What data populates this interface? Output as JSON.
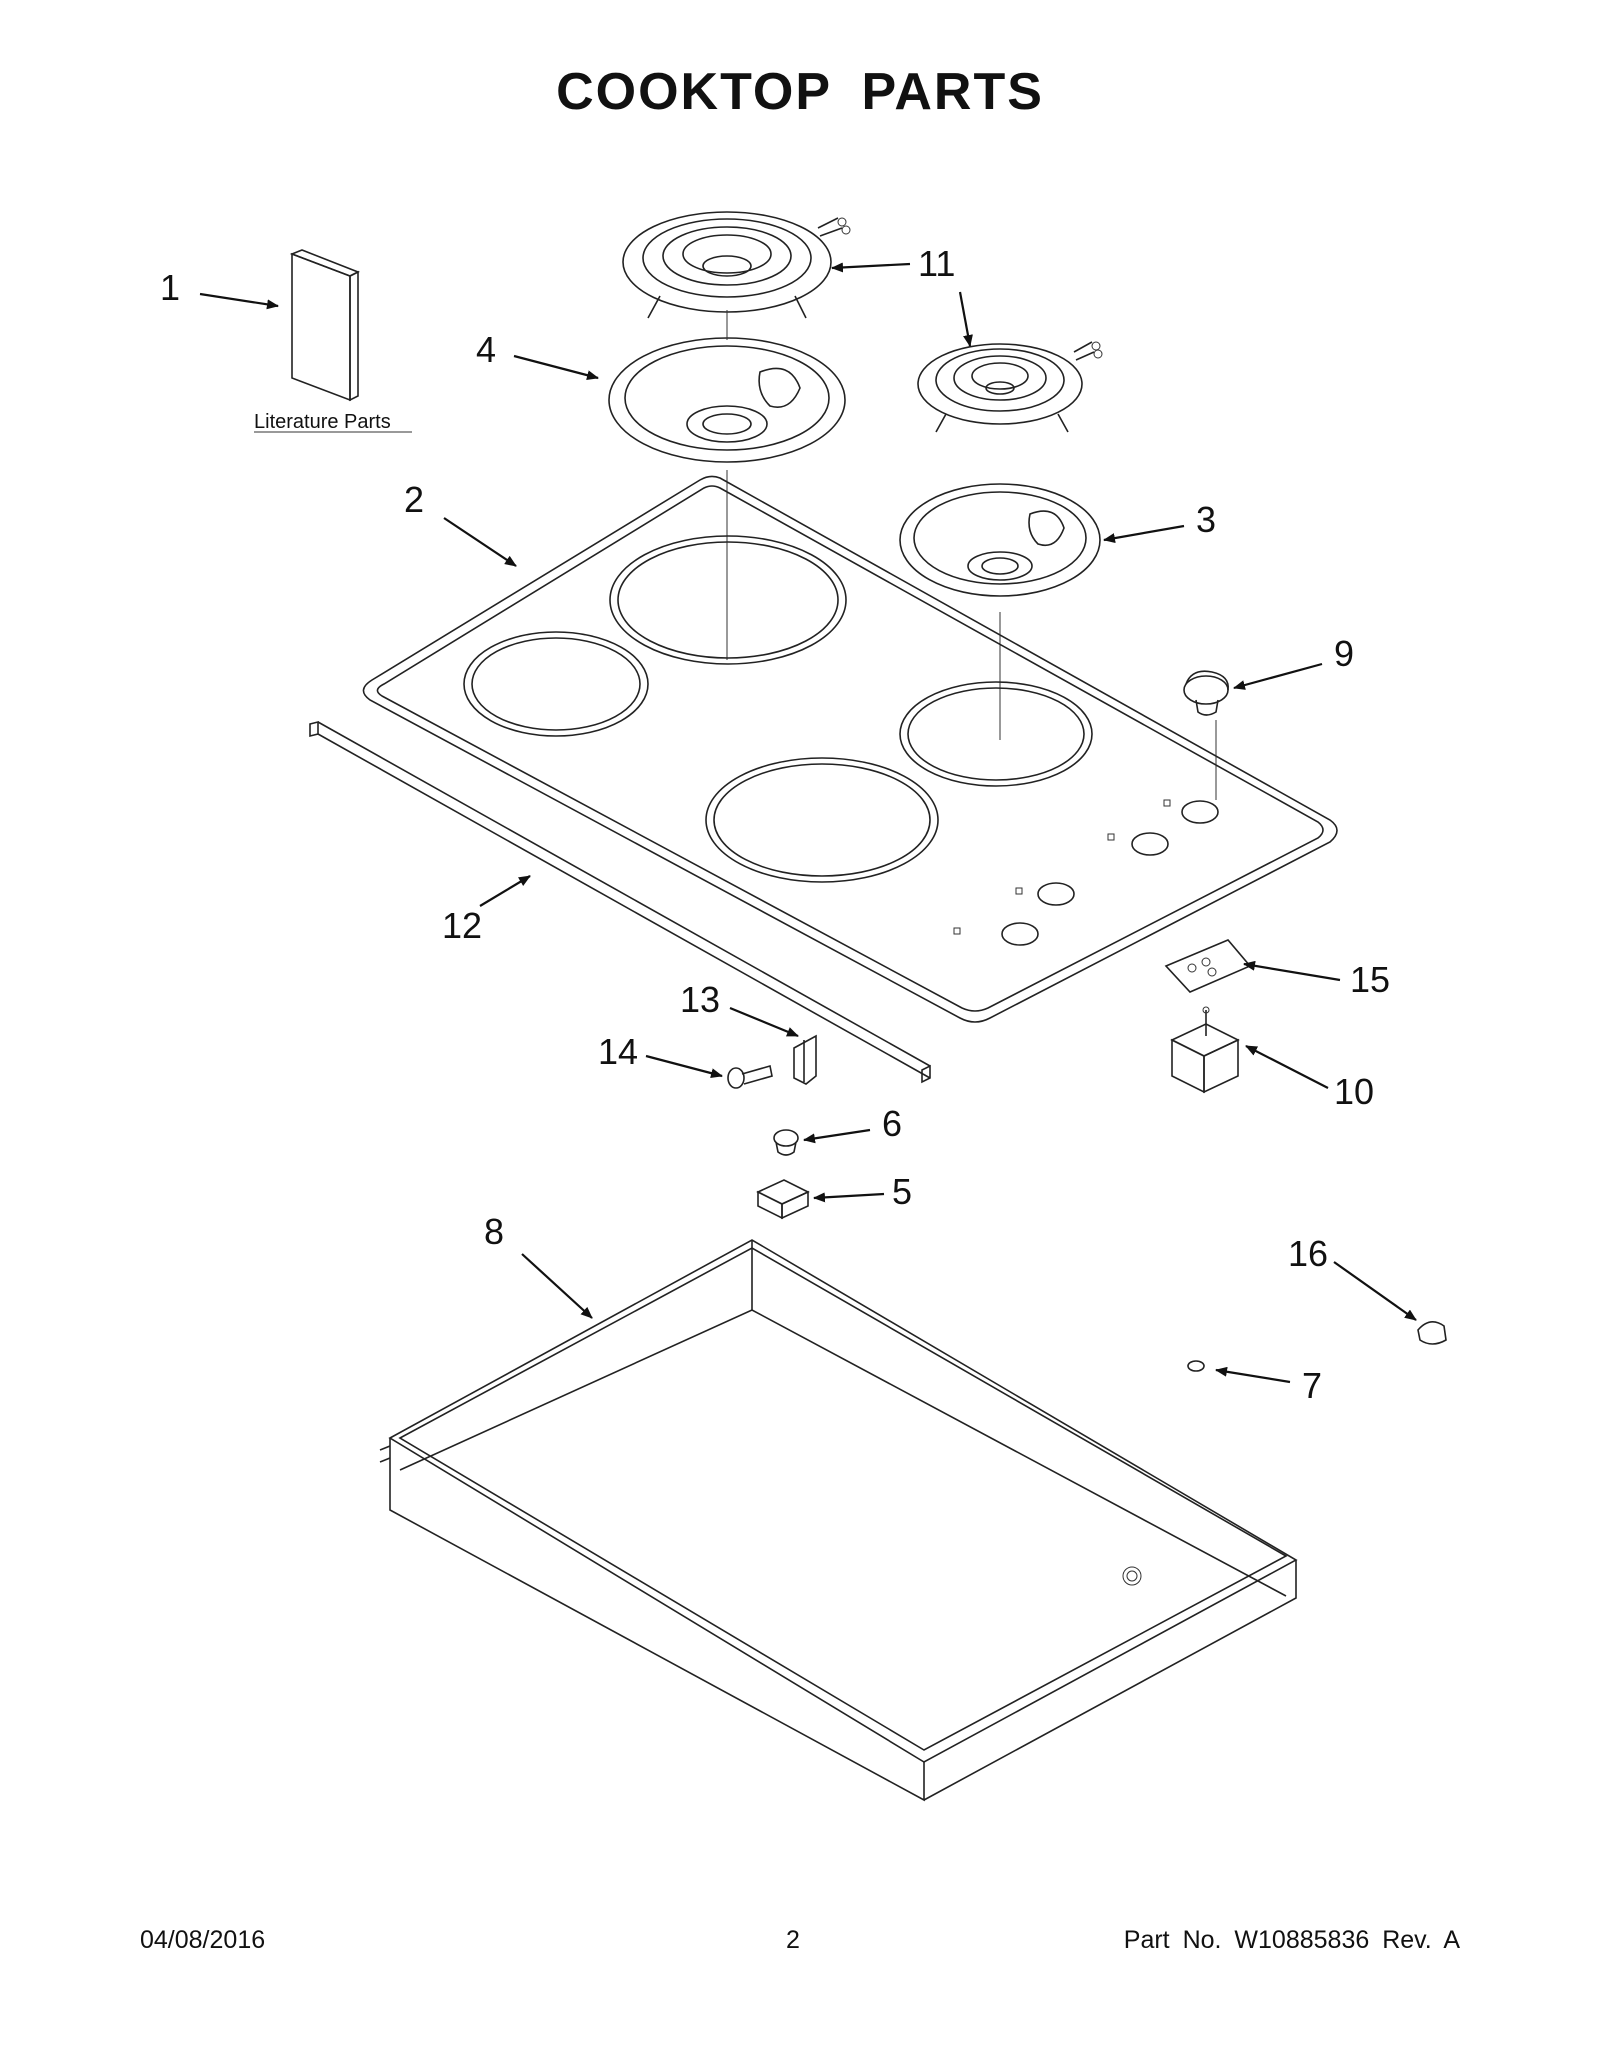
{
  "page": {
    "title": "COOKTOP PARTS",
    "footer_date": "04/08/2016",
    "footer_page": "2",
    "footer_part": "Part No. W10885836 Rev. A"
  },
  "labels": {
    "literature": "Literature Parts"
  },
  "callouts": [
    "1",
    "2",
    "3",
    "4",
    "5",
    "6",
    "7",
    "8",
    "9",
    "10",
    "11",
    "12",
    "13",
    "14",
    "15",
    "16"
  ]
}
